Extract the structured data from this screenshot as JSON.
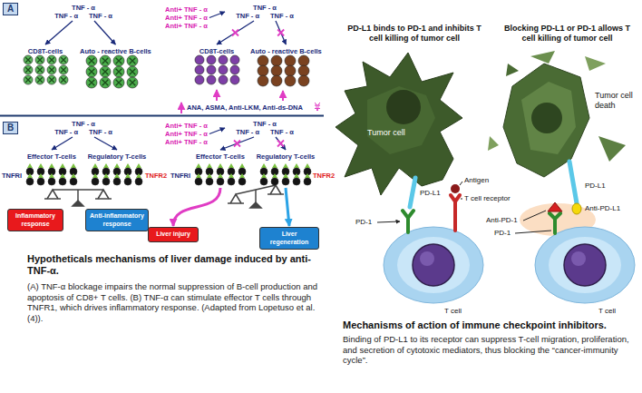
{
  "diagram": {
    "nodes": [
      {
        "text": [
          "A"
        ]
      },
      {
        "text": [
          "TNF - α",
          "TNF - α",
          "TNF - α"
        ]
      },
      {
        "text": [
          "CD8T-cells"
        ]
      },
      {
        "text": [
          "Auto - reactive B-cells"
        ]
      },
      {
        "text": [
          "Anti+ TNF - α",
          "Anti+ TNF - α",
          "Anti+ TNF - α"
        ]
      },
      {
        "text": [
          "TNF - α",
          "TNF - α",
          "TNF - α"
        ]
      },
      {
        "text": [
          "CD8T-cells"
        ]
      },
      {
        "text": [
          "Auto - reactive B-cells"
        ]
      },
      {
        "text": [
          "B"
        ]
      },
      {
        "text": [
          "TNF - α",
          "TNF - α",
          "TNF - α"
        ]
      },
      {
        "text": [
          "Effector T-cells"
        ]
      },
      {
        "text": [
          "Regulatory T-cells"
        ]
      },
      {
        "text": [
          "Inflammatory response"
        ]
      },
      {
        "text": [
          "Anti-inflammatory response"
        ]
      },
      {
        "text": [
          "Anti+ TNF - α",
          "Anti+ TNF - α",
          "Anti+ TNF - α"
        ]
      },
      {
        "text": [
          "TNF - α",
          "TNF - α",
          "TNF - α"
        ]
      },
      {
        "text": [
          "Effector T-cells"
        ]
      },
      {
        "text": [
          "Regulatory T-cells"
        ]
      },
      {
        "text": [
          "Liver injury"
        ]
      },
      {
        "text": [
          "Liver regeneration"
        ]
      }
    ],
    "edges": [
      {
        "from": 1,
        "to": 2,
        "arrow": "to"
      },
      {
        "from": 1,
        "to": 3,
        "arrow": "to"
      },
      {
        "from": 4,
        "to": 5,
        "arrow": "to"
      },
      {
        "from": 5,
        "to": 6,
        "arrow": "to"
      },
      {
        "from": 5,
        "to": 7,
        "arrow": "to"
      },
      {
        "from": 9,
        "to": 10,
        "arrow": "to"
      },
      {
        "from": 9,
        "to": 11,
        "arrow": "to"
      },
      {
        "from": 14,
        "to": 15,
        "arrow": "to"
      },
      {
        "from": 15,
        "to": 16,
        "arrow": "to"
      },
      {
        "from": 15,
        "to": 17,
        "arrow": "to"
      },
      {
        "from": 16,
        "to": 18,
        "arrow": "to"
      },
      {
        "from": 17,
        "to": 19,
        "arrow": "to"
      }
    ],
    "labels": [
      "ANA, ASMA, Anti-LKM, Anti-ds-DNA",
      "TNFRI",
      "TNFR2",
      "TNFRI",
      "TNFR2",
      "Hypotheticals mechanisms of liver damage induced by anti-TNF-α.",
      "(A) TNF-α blockage impairs the normal suppression of B-cell production and apoptosis of CD8+ T cells. (B) TNF-α can stimulate effector T cells through TNFR1, which drives inflammatory response. (Adapted from Lopetuso et al.(4)).",
      "PD-L1 binds to PD-1 and inhibits T cell killing of tumor cell",
      "Blocking PD-L1 or PD-1 allows T cell killing of tumor cell",
      "Tumor cell",
      "PD-L1",
      "Antigen",
      "T cell receptor",
      "PD-1",
      "T cell",
      "Tumor cell death",
      "PD-L1",
      "PD-1",
      "Anti-PD-1",
      "Anti-PD-L1",
      "T cell",
      "Mechanisms of action of immune checkpoint inhibitors.",
      "Binding of PD-L1 to its receptor can suppress T-cell migration, proliferation, and secretion of cytotoxic mediators, thus blocking the “cancer-immunity cycle”."
    ]
  }
}
